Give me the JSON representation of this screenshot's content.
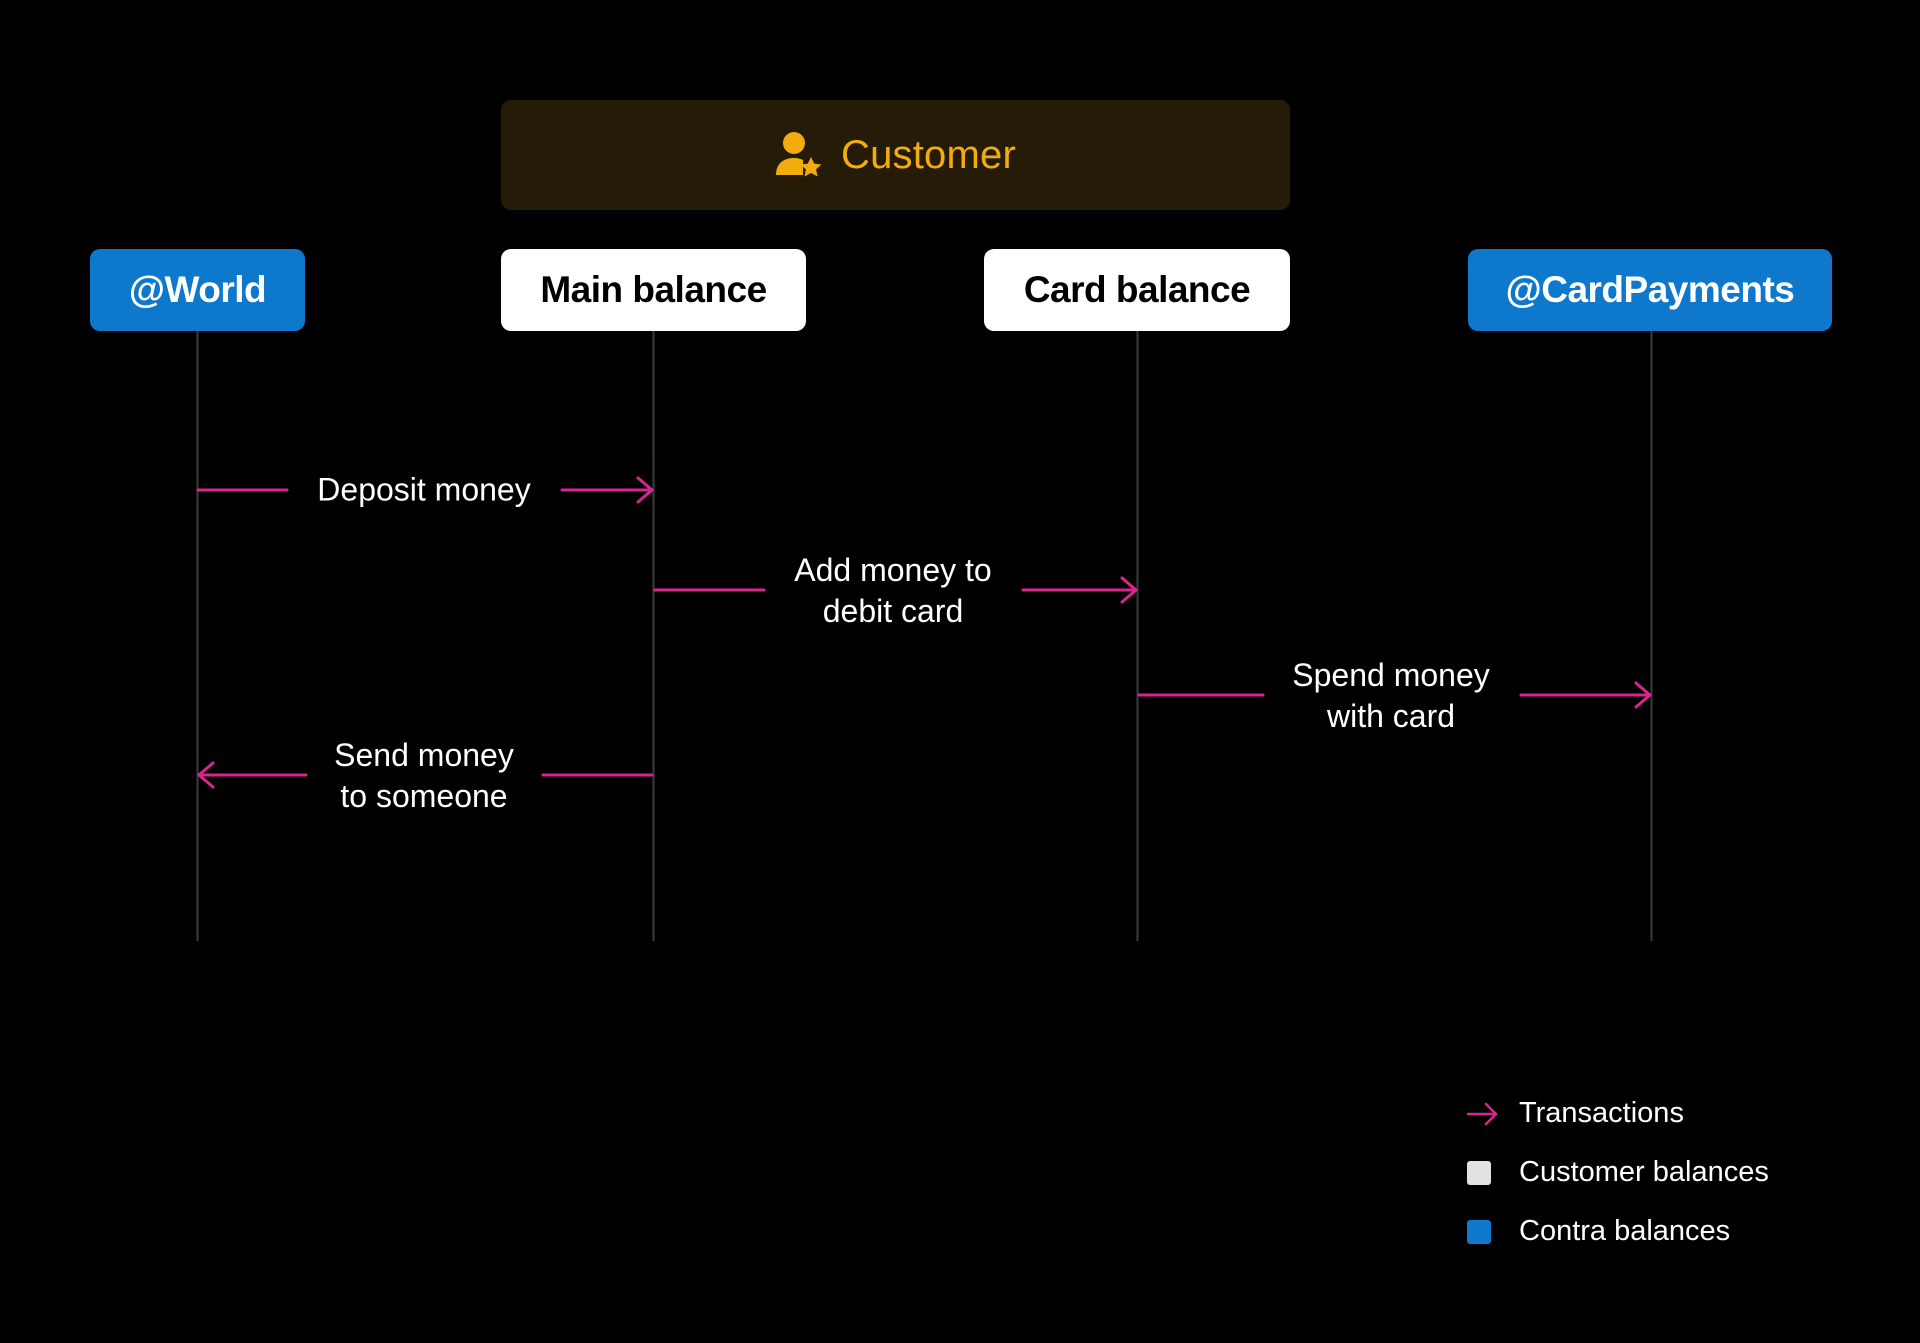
{
  "customer": {
    "label": "Customer",
    "icon": "user-star-icon",
    "color": "#f0ad0d",
    "background": "#251b06"
  },
  "accounts": [
    {
      "id": "world",
      "label": "@World",
      "kind": "contra"
    },
    {
      "id": "main",
      "label": "Main balance",
      "kind": "customer"
    },
    {
      "id": "card",
      "label": "Card balance",
      "kind": "customer"
    },
    {
      "id": "cardpayments",
      "label": "@CardPayments",
      "kind": "contra"
    }
  ],
  "flows": [
    {
      "from": "world",
      "to": "main",
      "lines": [
        "Deposit money"
      ]
    },
    {
      "from": "main",
      "to": "card",
      "lines": [
        "Add money to",
        "debit card"
      ]
    },
    {
      "from": "card",
      "to": "cardpayments",
      "lines": [
        "Spend money",
        "with card"
      ]
    },
    {
      "from": "main",
      "to": "world",
      "lines": [
        "Send money",
        "to someone"
      ]
    }
  ],
  "legend": {
    "transactions": "Transactions",
    "customer_balances": "Customer balances",
    "contra_balances": "Contra balances"
  },
  "colors": {
    "transaction": "#d8268e",
    "contra": "#0d78cc",
    "customer_balance": "#e2e2e2",
    "lifeline": "#3a3d45"
  }
}
